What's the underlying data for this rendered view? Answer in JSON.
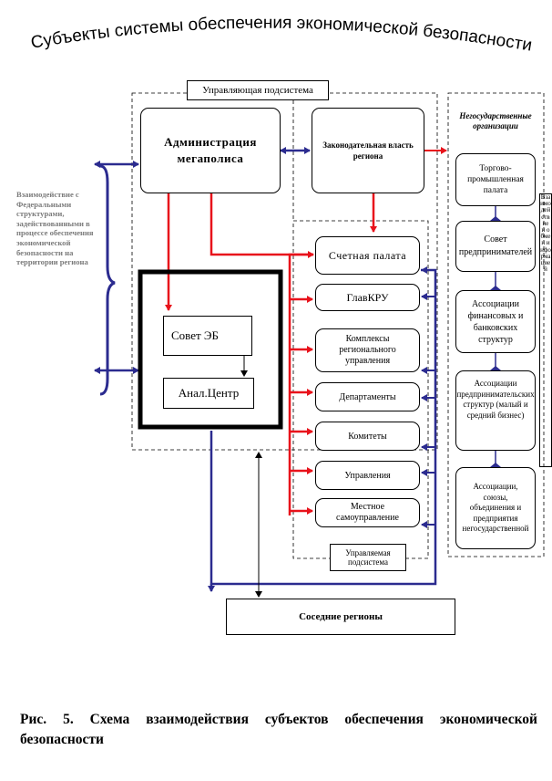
{
  "title": "Субъекты системы обеспечения экономической безопасности",
  "subsystems": {
    "managing": "Управляющая подсистема",
    "managed": "Управляемая подсистема",
    "non_state": "Негосударственные организации"
  },
  "boxes": {
    "administration": "Администрация мегаполиса",
    "legislative": "Законодательная власть региона",
    "council_eb": "Совет ЭБ",
    "anal_center": "Анал.Центр",
    "neighbors": "Соседние регионы"
  },
  "managed_items": [
    "Счетная палата",
    "ГлавКРУ",
    "Комплексы регионального управления",
    "Департаменты",
    "Комитеты",
    "Управления",
    "Местное самоуправление"
  ],
  "non_state_items": [
    "Торгово-промышленная палата",
    "Совет предпринимателей",
    "Ассоциации финансовых и банковских структур",
    "Ассоциации предпринимательских структур (малый и средний бизнес)",
    "Ассоциации, союзы, объединения и предприятия негосударственной"
  ],
  "federal_note": "Взаимодействие с Федеральными структурами, задействованными в процессе обеспечения экономической безопасности на территории региона",
  "side_vertical": "Взаимодействие и обмен информацией",
  "caption": "Рис. 5. Схема взаимодействия субъектов обеспечения экономической безопасности",
  "colors": {
    "red": "#e8121b",
    "navy": "#2b2b8f",
    "black": "#000000"
  }
}
